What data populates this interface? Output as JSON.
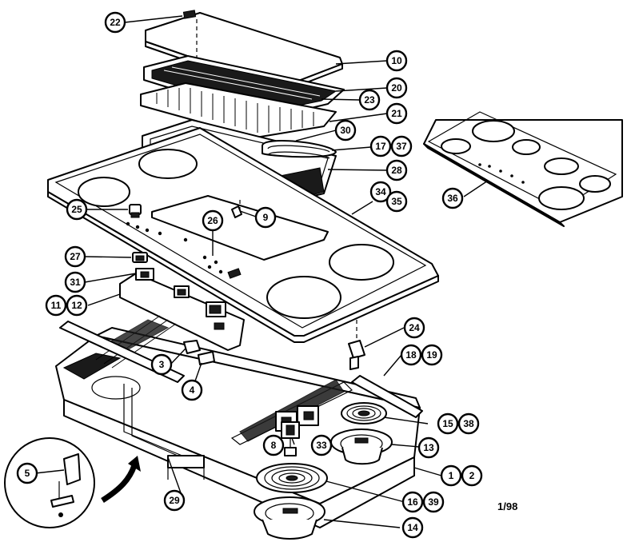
{
  "diagram": {
    "revision_date": "1/98",
    "callouts": {
      "c22": "22",
      "c10": "10",
      "c20": "20",
      "c23": "23",
      "c21": "21",
      "c30": "30",
      "c17": "17",
      "c37": "37",
      "c28": "28",
      "c34": "34",
      "c35": "35",
      "c36": "36",
      "c25": "25",
      "c26": "26",
      "c9": "9",
      "c27": "27",
      "c31": "31",
      "c11": "11",
      "c12": "12",
      "c24": "24",
      "c18": "18",
      "c19": "19",
      "c3": "3",
      "c4": "4",
      "c15": "15",
      "c38": "38",
      "c8": "8",
      "c33": "33",
      "c13": "13",
      "c1": "1",
      "c2": "2",
      "c5": "5",
      "c16": "16",
      "c39": "39",
      "c29": "29",
      "c14": "14"
    }
  }
}
